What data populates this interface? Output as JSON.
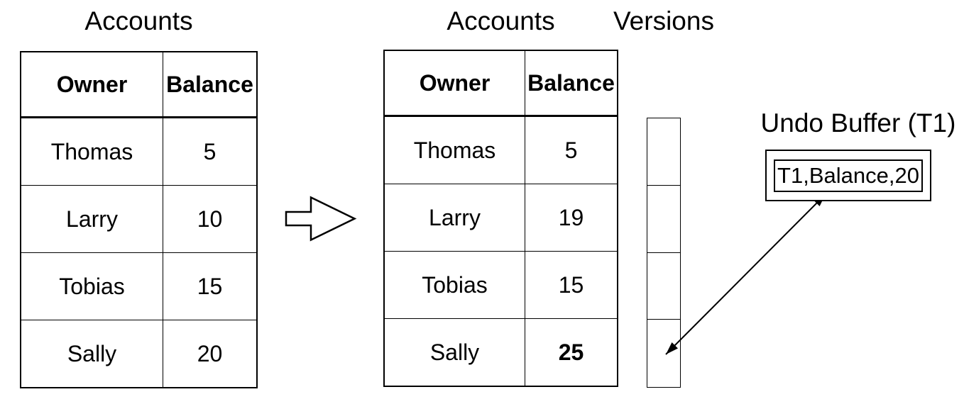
{
  "titles": {
    "left_table": "Accounts",
    "right_table": "Accounts",
    "versions": "Versions",
    "undo_buffer": "Undo Buffer (T1)"
  },
  "left_table": {
    "headers": [
      "Owner",
      "Balance"
    ],
    "rows": [
      [
        "Thomas",
        "5"
      ],
      [
        "Larry",
        "10"
      ],
      [
        "Tobias",
        "15"
      ],
      [
        "Sally",
        "20"
      ]
    ]
  },
  "right_table": {
    "headers": [
      "Owner",
      "Balance"
    ],
    "rows": [
      [
        "Thomas",
        "5"
      ],
      [
        "Larry",
        "19"
      ],
      [
        "Tobias",
        "15"
      ],
      [
        "Sally",
        "25"
      ]
    ],
    "bold_value": "25"
  },
  "versions": {
    "cell_count": 4
  },
  "undo_buffer": {
    "entry": "T1,Balance,20"
  },
  "colors": {
    "background": "#ffffff",
    "line": "#000000",
    "text": "#000000"
  }
}
